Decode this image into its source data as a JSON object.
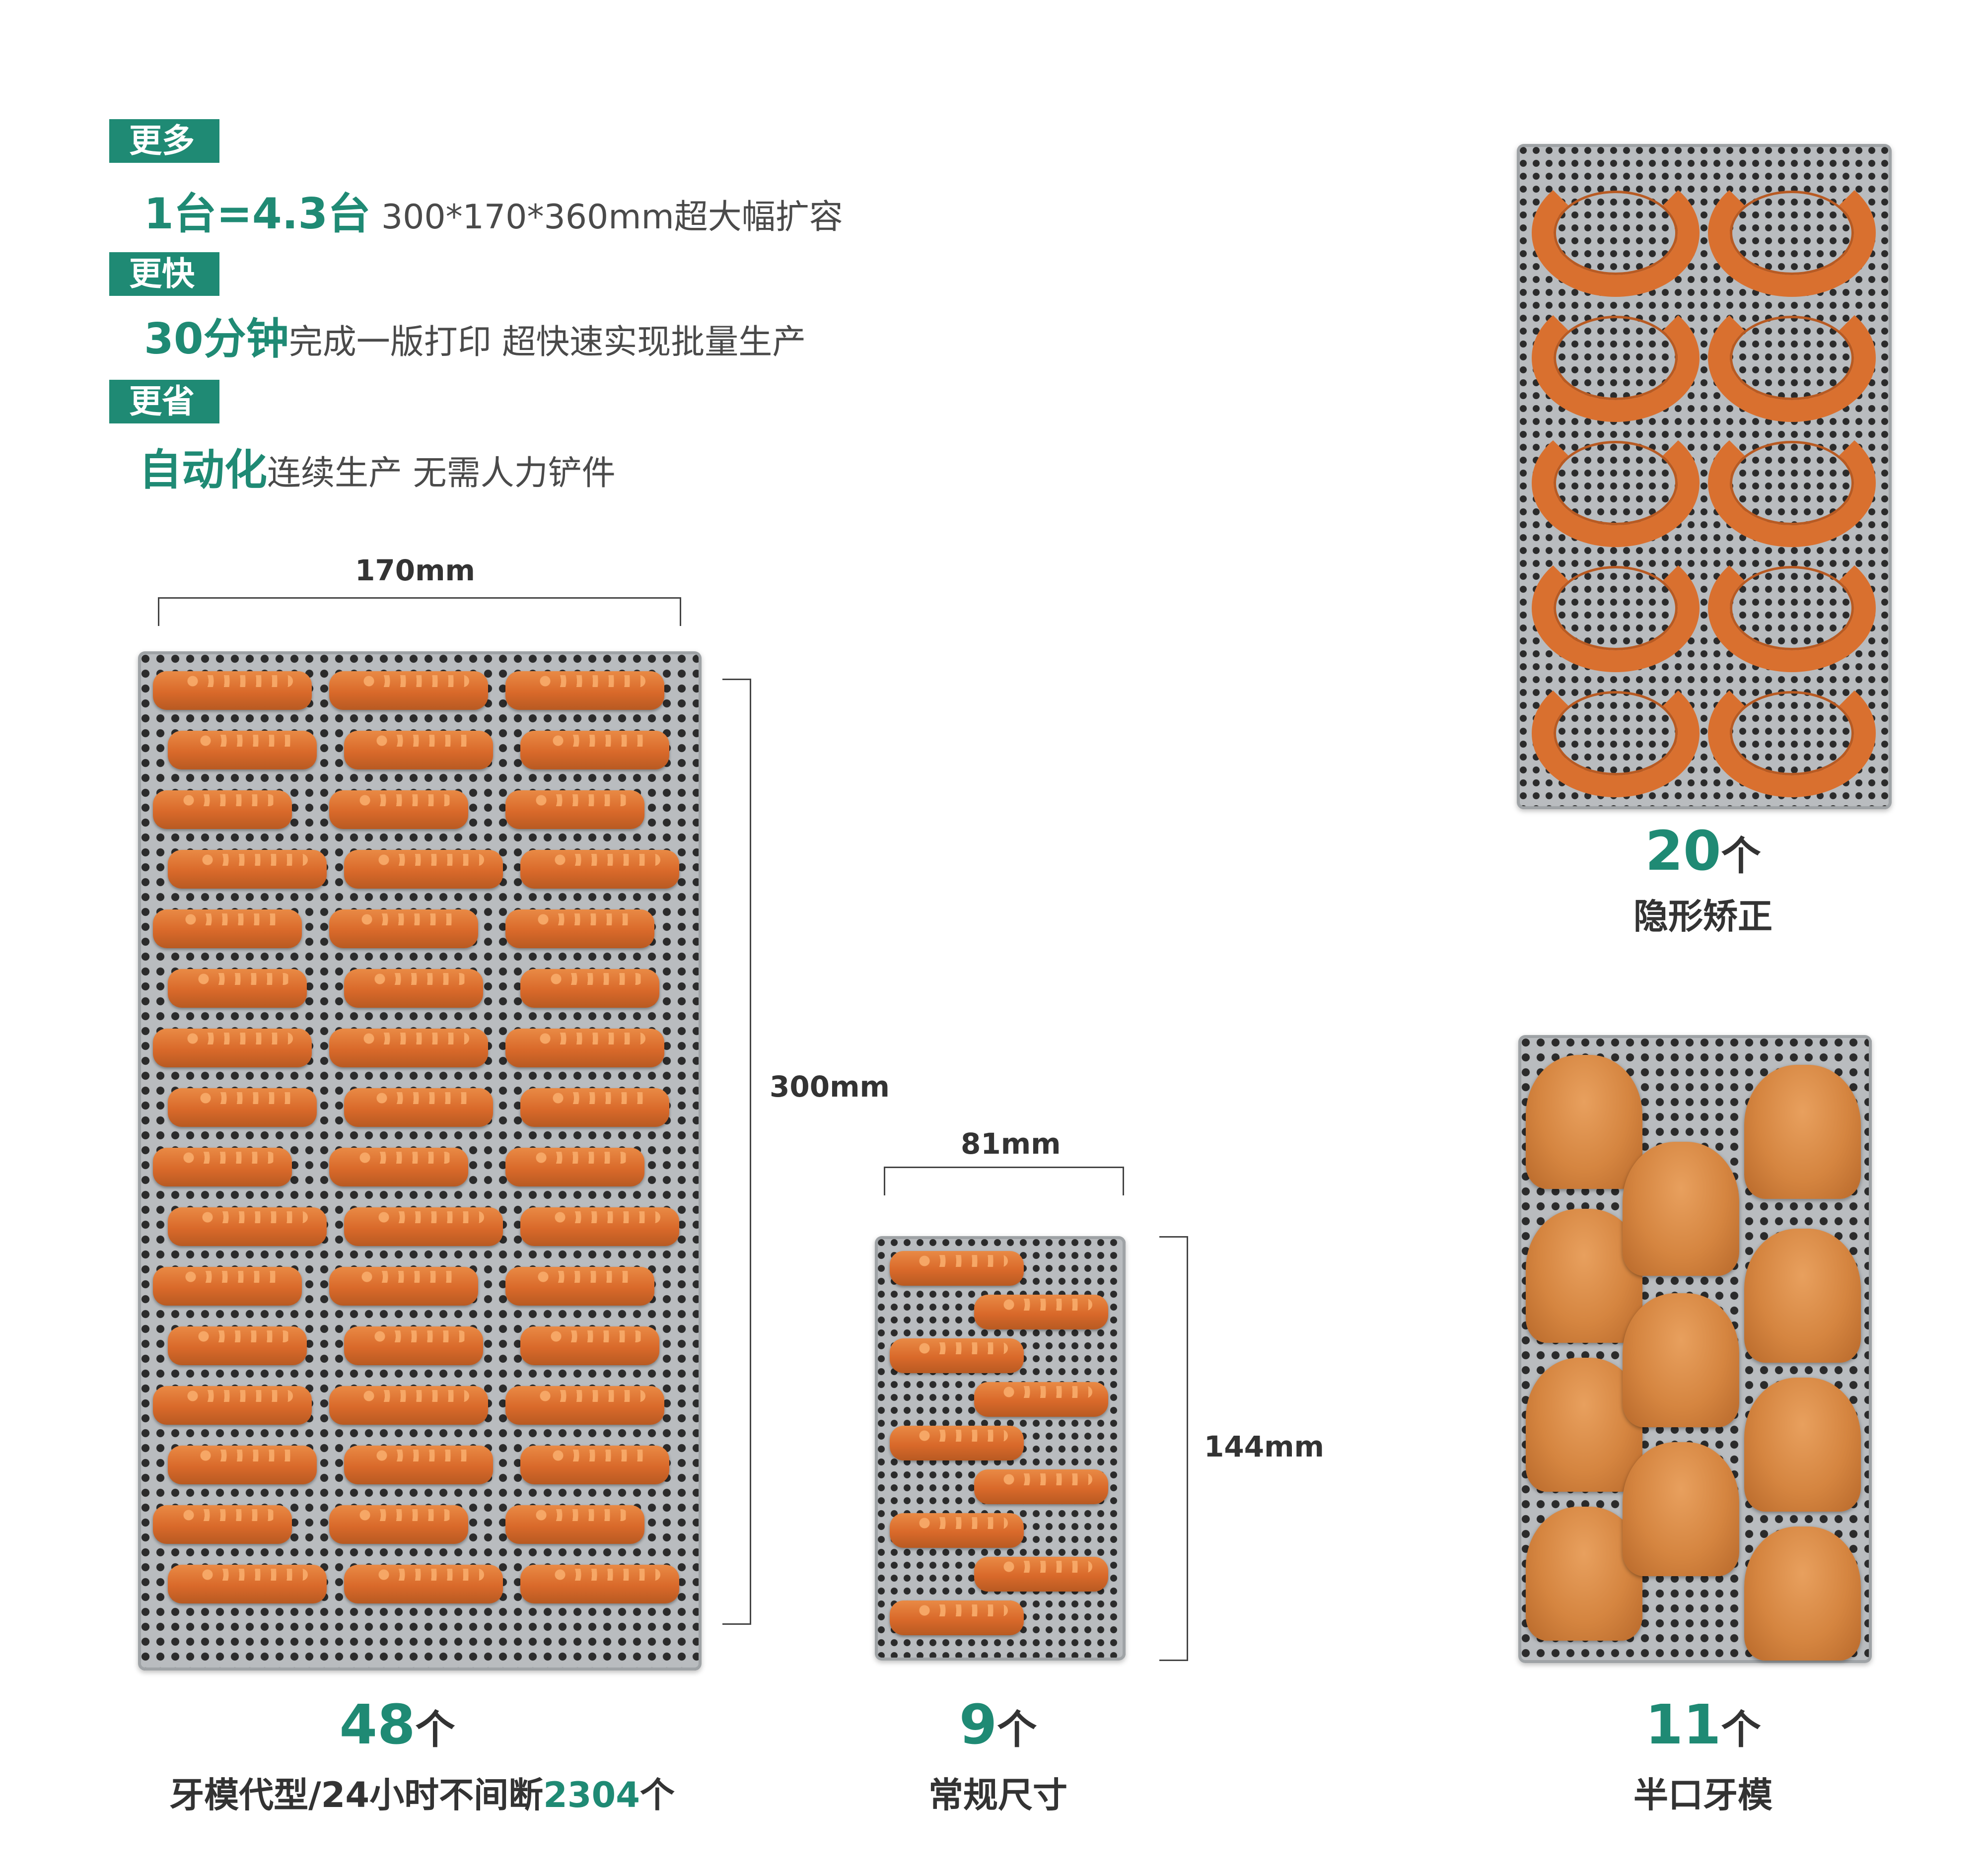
{
  "features": [
    {
      "tag": "更多",
      "highlight": "1台=4.3台",
      "text": "  300*170*360mm超大幅扩容"
    },
    {
      "tag": "更快",
      "highlight": "30分钟",
      "text": "完成一版打印  超快速实现批量生产"
    },
    {
      "tag": "更省",
      "highlight": "自动化",
      "text": "连续生产  无需人力铲件"
    }
  ],
  "large_tray": {
    "width_label": "170mm",
    "height_label": "300mm",
    "count": "48",
    "unit": "个",
    "caption_prefix": "牙模代型/24小时不间断",
    "caption_highlight": "2304",
    "caption_suffix": "个"
  },
  "small_tray": {
    "width_label": "81mm",
    "height_label": "144mm",
    "count": "9",
    "unit": "个",
    "caption": "常规尺寸"
  },
  "aligner_tray": {
    "count": "20",
    "unit": "个",
    "caption": "隐形矫正"
  },
  "half_tray": {
    "count": "11",
    "unit": "个",
    "caption": "半口牙模"
  },
  "colors": {
    "accent": "#1f8a74",
    "resin": "#d9692a",
    "plate": "#b9bcbf"
  }
}
